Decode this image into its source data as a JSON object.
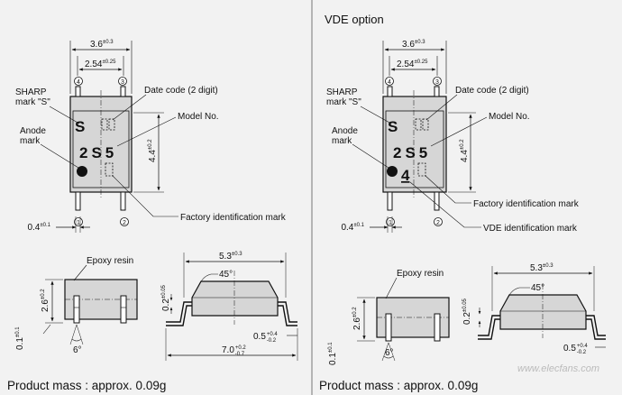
{
  "left": {
    "dim_width": "3.6",
    "dim_width_tol": "±0.3",
    "dim_pitch": "2.54",
    "dim_pitch_tol": "±0.25",
    "dim_height": "4.4",
    "dim_height_tol": "±0.2",
    "dim_lead": "0.4",
    "dim_lead_tol": "±0.1",
    "pin_top_left": "4",
    "pin_top_right": "3",
    "pin_bottom_left": "1",
    "pin_bottom_right": "2",
    "mark_s": "S",
    "model_text": "2S5",
    "label_sharp_mark_line1": "SHARP",
    "label_sharp_mark_line2": "mark \"S\"",
    "label_date_code": "Date code (2 digit)",
    "label_model_no": "Model No.",
    "label_anode_line1": "Anode",
    "label_anode_line2": "mark",
    "label_factory_id": "Factory identification mark",
    "side_epoxy": "Epoxy resin",
    "side_height": "2.6",
    "side_height_tol": "±0.2",
    "side_standoff": "0.1",
    "side_standoff_tol": "±0.1",
    "side_angle": "6°",
    "end_width": "5.3",
    "end_width_tol": "±0.3",
    "end_angle": "45°",
    "end_lead_thk": "0.2",
    "end_lead_thk_tol": "±0.05",
    "end_foot": "0.5",
    "end_foot_tol_up": "+0.4",
    "end_foot_tol_dn": "-0.2",
    "end_total": "7.0",
    "end_total_tol_up": "+0.2",
    "end_total_tol_dn": "-0.7",
    "product_mass": "Product mass : approx. 0.09g"
  },
  "right": {
    "header": "VDE option",
    "dim_width": "3.6",
    "dim_width_tol": "±0.3",
    "dim_pitch": "2.54",
    "dim_pitch_tol": "±0.25",
    "dim_height": "4.4",
    "dim_height_tol": "±0.2",
    "dim_lead": "0.4",
    "dim_lead_tol": "±0.1",
    "pin_top_left": "4",
    "pin_top_right": "3",
    "pin_bottom_left": "1",
    "pin_bottom_right": "2",
    "mark_s": "S",
    "model_text": "2S5",
    "vde_digit": "4",
    "label_sharp_mark_line1": "SHARP",
    "label_sharp_mark_line2": "mark \"S\"",
    "label_date_code": "Date code (2 digit)",
    "label_model_no": "Model No.",
    "label_anode_line1": "Anode",
    "label_anode_line2": "mark",
    "label_factory_id": "Factory identification mark",
    "label_vde_id": "VDE identification mark",
    "side_epoxy": "Epoxy resin",
    "side_height": "2.6",
    "side_height_tol": "±0.2",
    "side_standoff": "0.1",
    "side_standoff_tol": "±0.1",
    "side_angle": "6°",
    "end_width": "5.3",
    "end_width_tol": "±0.3",
    "end_angle": "45°",
    "end_lead_thk": "0.2",
    "end_lead_thk_tol": "±0.05",
    "end_foot": "0.5",
    "end_foot_tol_up": "+0.4",
    "end_foot_tol_dn": "-0.2",
    "product_mass": "Product mass : approx. 0.09g",
    "watermark": "www.elecfans.com"
  },
  "colors": {
    "background": "#f2f2f2",
    "body_fill": "#d6d6d6",
    "line": "#111111"
  }
}
